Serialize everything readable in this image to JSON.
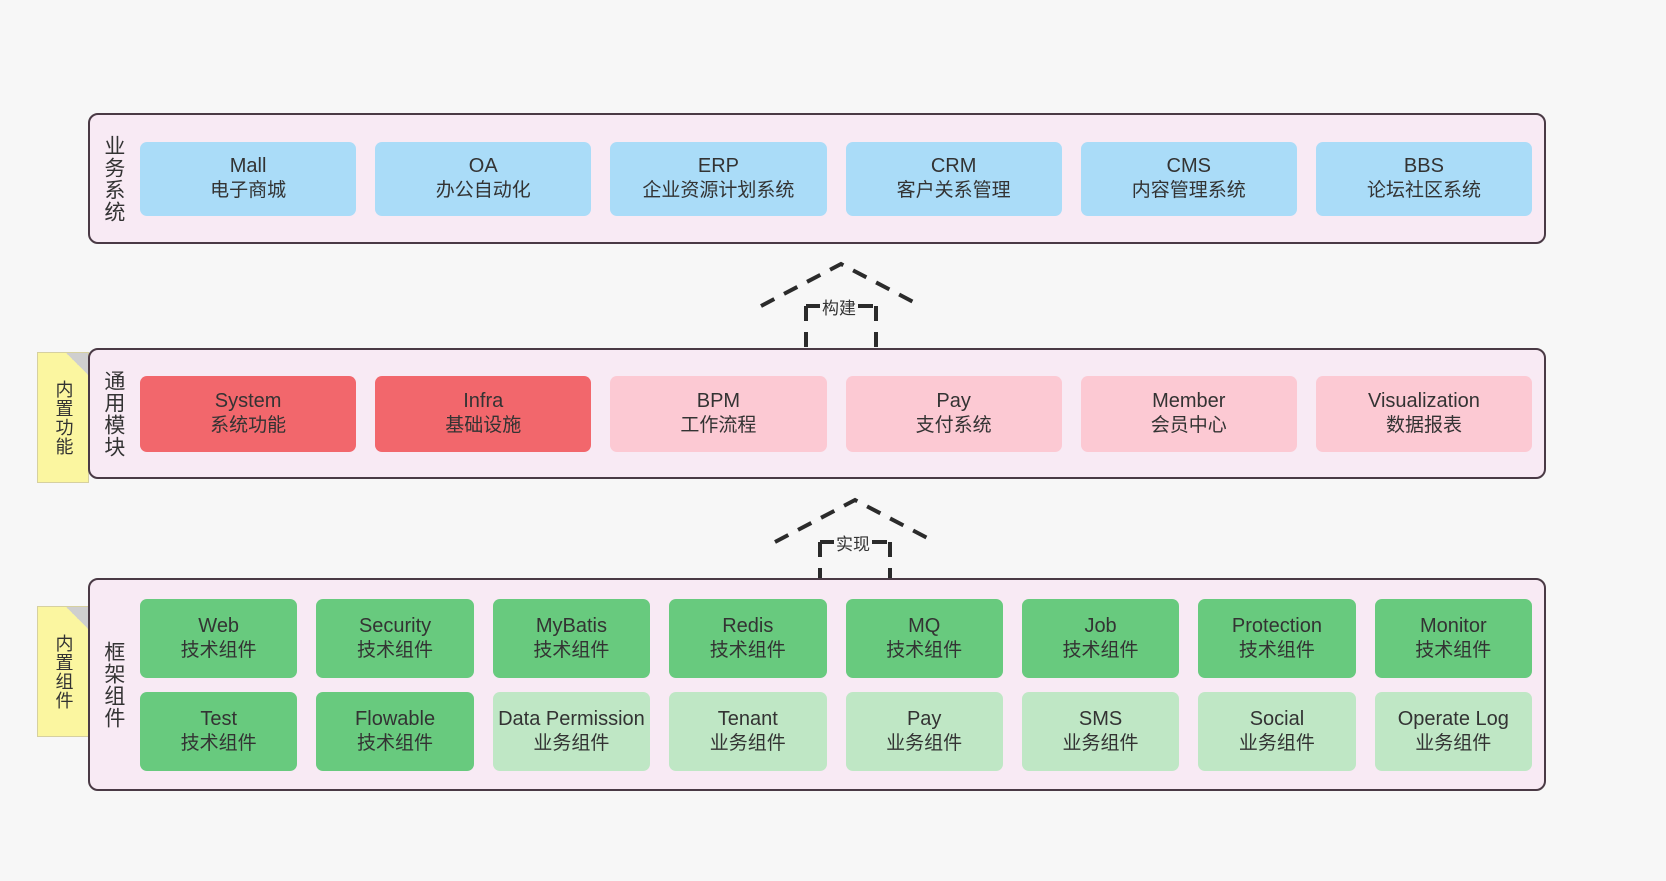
{
  "diagram": {
    "title_hidden": "",
    "background_color": "#f7f7f7"
  },
  "notes": [
    {
      "id": "note-common",
      "label": "内置功能"
    },
    {
      "id": "note-framework",
      "label": "内置组件"
    }
  ],
  "connectors": [
    {
      "id": "conn-build",
      "label": "构建",
      "style": "dashed-hollow-triangle",
      "direction": "up"
    },
    {
      "id": "conn-impl",
      "label": "实现",
      "style": "dashed-hollow-triangle",
      "direction": "up"
    }
  ],
  "layers": {
    "business": {
      "title": "业务系统",
      "color": "#aadcf8",
      "rows": [
        [
          {
            "en": "Mall",
            "cn": "电子商城",
            "color": "c-blue"
          },
          {
            "en": "OA",
            "cn": "办公自动化",
            "color": "c-blue"
          },
          {
            "en": "ERP",
            "cn": "企业资源计划系统",
            "color": "c-blue"
          },
          {
            "en": "CRM",
            "cn": "客户关系管理",
            "color": "c-blue"
          },
          {
            "en": "CMS",
            "cn": "内容管理系统",
            "color": "c-blue"
          },
          {
            "en": "BBS",
            "cn": "论坛社区系统",
            "color": "c-blue"
          }
        ]
      ]
    },
    "common": {
      "title": "通用模块",
      "color": "#f2676c",
      "rows": [
        [
          {
            "en": "System",
            "cn": "系统功能",
            "color": "c-red"
          },
          {
            "en": "Infra",
            "cn": "基础设施",
            "color": "c-red"
          },
          {
            "en": "BPM",
            "cn": "工作流程",
            "color": "c-pink"
          },
          {
            "en": "Pay",
            "cn": "支付系统",
            "color": "c-pink"
          },
          {
            "en": "Member",
            "cn": "会员中心",
            "color": "c-pink"
          },
          {
            "en": "Visualization",
            "cn": "数据报表",
            "color": "c-pink"
          }
        ]
      ]
    },
    "framework": {
      "title": "框架组件",
      "color": "#68ca7e",
      "rows": [
        [
          {
            "en": "Web",
            "cn": "技术组件",
            "color": "c-green"
          },
          {
            "en": "Security",
            "cn": "技术组件",
            "color": "c-green"
          },
          {
            "en": "MyBatis",
            "cn": "技术组件",
            "color": "c-green"
          },
          {
            "en": "Redis",
            "cn": "技术组件",
            "color": "c-green"
          },
          {
            "en": "MQ",
            "cn": "技术组件",
            "color": "c-green"
          },
          {
            "en": "Job",
            "cn": "技术组件",
            "color": "c-green"
          },
          {
            "en": "Protection",
            "cn": "技术组件",
            "color": "c-green"
          },
          {
            "en": "Monitor",
            "cn": "技术组件",
            "color": "c-green"
          }
        ],
        [
          {
            "en": "Test",
            "cn": "技术组件",
            "color": "c-green"
          },
          {
            "en": "Flowable",
            "cn": "技术组件",
            "color": "c-green"
          },
          {
            "en": "Data Permission",
            "cn": "业务组件",
            "color": "c-lightgreen"
          },
          {
            "en": "Tenant",
            "cn": "业务组件",
            "color": "c-lightgreen"
          },
          {
            "en": "Pay",
            "cn": "业务组件",
            "color": "c-lightgreen"
          },
          {
            "en": "SMS",
            "cn": "业务组件",
            "color": "c-lightgreen"
          },
          {
            "en": "Social",
            "cn": "业务组件",
            "color": "c-lightgreen"
          },
          {
            "en": "Operate Log",
            "cn": "业务组件",
            "color": "c-lightgreen"
          }
        ]
      ]
    }
  }
}
